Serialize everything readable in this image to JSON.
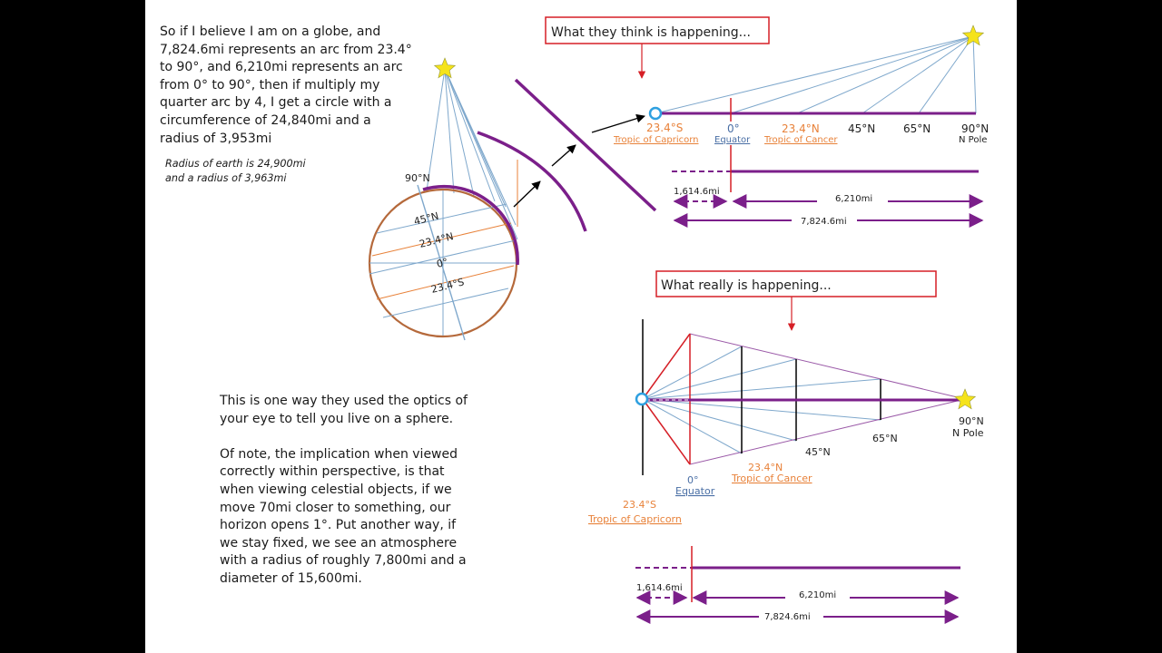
{
  "intro_text": "So if I believe I am on a globe, and\n7,824.6mi represents an arc from 23.4°\nto 90°, and 6,210mi represents an arc\nfrom 0° to 90°, then if multiply my\nquarter arc by 4, I get a circle with a\ncircumference of 24,840mi and a\nradius of 3,953mi",
  "radius_note": "Radius of earth is 24,900mi\nand a radius of 3,963mi",
  "conclusion_text": "This is one way they used the optics of\nyour eye to tell you live on a sphere.\n\nOf note, the implication when viewed\ncorrectly within perspective, is that\nwhen viewing celestial objects, if we\nmove 70mi closer to something, our\nhorizon opens 1°.  Put another way, if\nwe stay fixed, we see an atmosphere\nwith a radius of roughly 7,800mi and a\ndiameter of 15,600mi.",
  "globe": {
    "label_90n": "90°N",
    "label_45n": "45°N",
    "label_23n": "23.4°N",
    "label_0": "0°",
    "label_23s": "23.4°S"
  },
  "think": {
    "title": "What they think is happening...",
    "label_23s": "23.4°S",
    "label_capricorn": "Tropic of Capricorn",
    "label_0": "0°",
    "label_equator": "Equator",
    "label_23n": "23.4°N",
    "label_cancer": "Tropic of Cancer",
    "label_45n": "45°N",
    "label_65n": "65°N",
    "label_90n": "90°N",
    "label_npole": "N Pole",
    "dist_short": "1,614.6mi",
    "dist_mid": "6,210mi",
    "dist_long": "7,824.6mi"
  },
  "real": {
    "title": "What really is happening...",
    "label_0": "0°",
    "label_equator": "Equator",
    "label_23n": "23.4°N",
    "label_cancer": "Tropic of Cancer",
    "label_45n": "45°N",
    "label_65n": "65°N",
    "label_90n": "90°N",
    "label_npole": "N Pole",
    "label_23s": "23.4°S",
    "label_capricorn": "Tropic of Capricorn",
    "dist_short": "1,614.6mi",
    "dist_mid": "6,210mi",
    "dist_long": "7,824.6mi"
  },
  "colors": {
    "purple": "#7b1f8a",
    "red": "#d61f26",
    "orange": "#e8823a",
    "blue": "#7fa8cc",
    "label_blue": "#4a6fa5",
    "star": "#f5e31a",
    "brown": "#b5693b"
  }
}
